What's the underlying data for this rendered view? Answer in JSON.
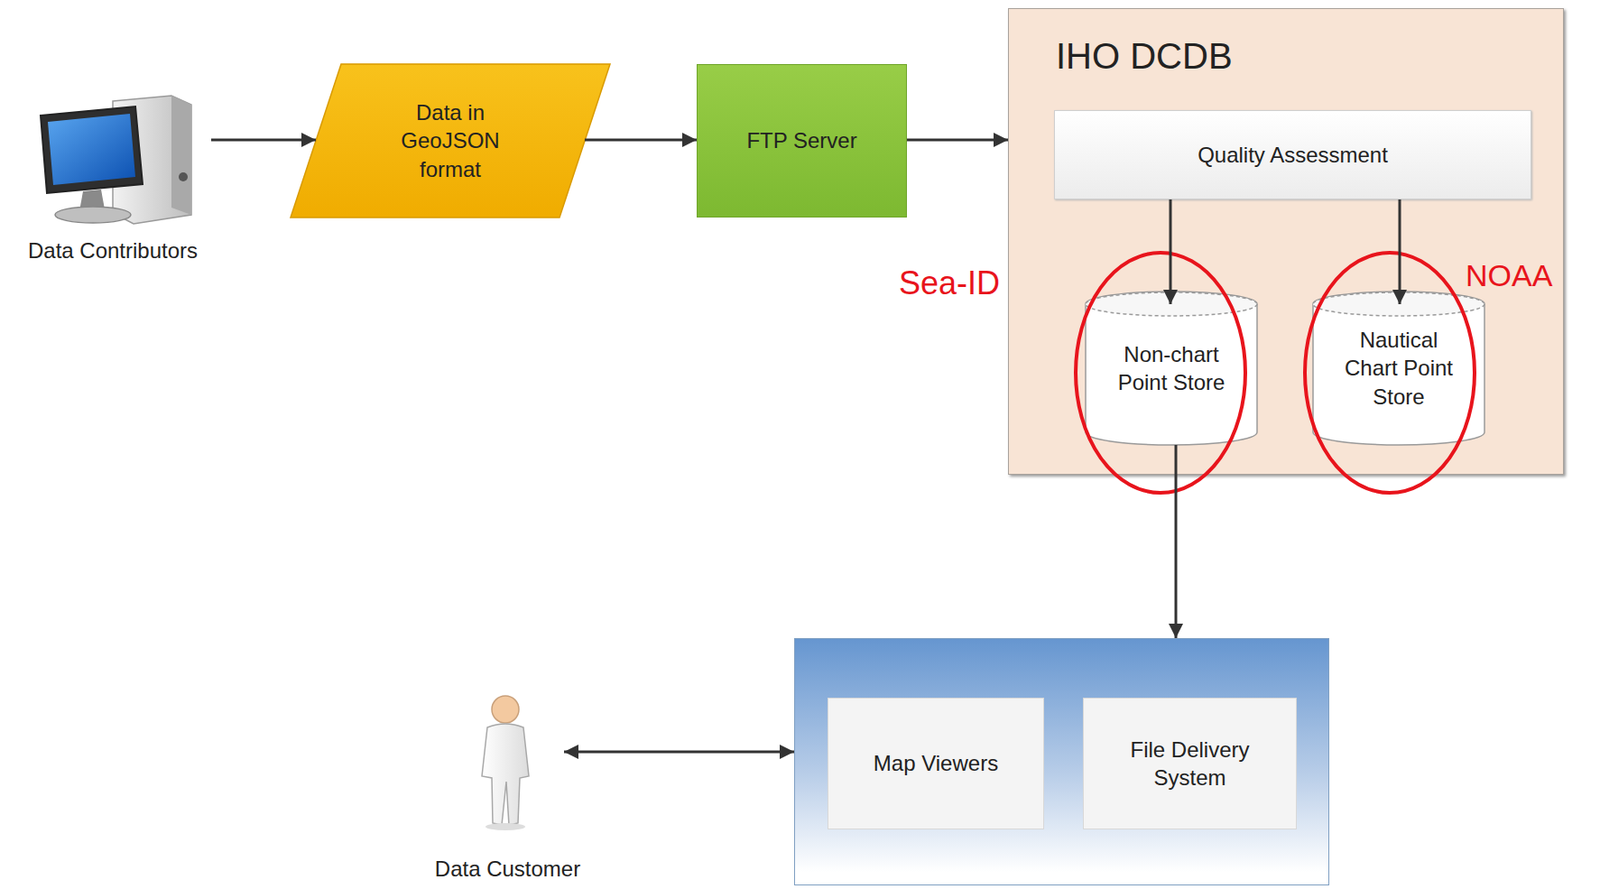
{
  "diagram": {
    "nodes": [
      {
        "text": [
          "Data Contributors"
        ]
      },
      {
        "text": [
          "Data in GeoJSON format"
        ]
      },
      {
        "text": [
          "FTP Server"
        ]
      },
      {
        "text": [
          "IHO DCDB"
        ]
      },
      {
        "text": [
          "Quality Assessment"
        ],
        "in": 3
      },
      {
        "text": [
          "Non-chart Point Store"
        ],
        "in": 3
      },
      {
        "text": [
          "Nautical Chart Point Store"
        ],
        "in": 3
      },
      {
        "text": []
      },
      {
        "text": [
          "Map Viewers"
        ],
        "in": 7
      },
      {
        "text": [
          "File Delivery System"
        ],
        "in": 7
      },
      {
        "text": [
          "Data Customer"
        ]
      }
    ],
    "edges": [
      {
        "from": 0,
        "to": 1,
        "arrow": "to"
      },
      {
        "from": 1,
        "to": 2,
        "arrow": "to"
      },
      {
        "from": 2,
        "to": 3,
        "arrow": "to"
      },
      {
        "from": 4,
        "to": 5,
        "arrow": "to"
      },
      {
        "from": 4,
        "to": 6,
        "arrow": "to"
      },
      {
        "from": 5,
        "to": 7,
        "arrow": "to"
      },
      {
        "from": 10,
        "to": 7,
        "arrow": "both"
      }
    ],
    "labels": [
      "Sea-ID",
      "NOAA"
    ]
  }
}
